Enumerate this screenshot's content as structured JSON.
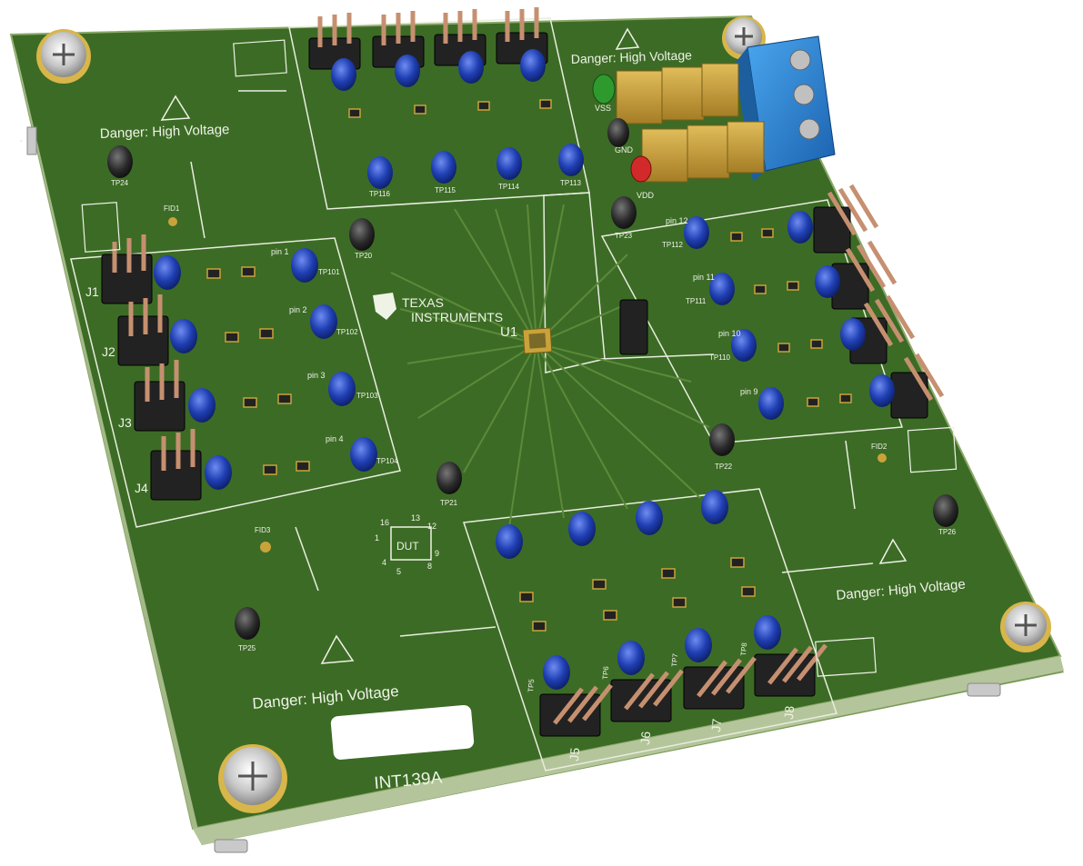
{
  "board": {
    "name": "INT139A",
    "chip_ref": "U1",
    "dut_label": "DUT",
    "dut_pins": [
      "1",
      "16",
      "13",
      "12",
      "9",
      "4",
      "5",
      "8"
    ]
  },
  "logo": {
    "line1": "TEXAS",
    "line2": "INSTRUMENTS"
  },
  "warnings": [
    "Danger: High Voltage",
    "Danger: High Voltage",
    "Danger: High Voltage",
    "Danger: High Voltage"
  ],
  "connectors": [
    "J1",
    "J2",
    "J3",
    "J4",
    "J5",
    "J6",
    "J7",
    "J8"
  ],
  "power_labels": [
    "VSS",
    "GND",
    "VDD"
  ],
  "pin_labels": [
    "pin 1",
    "pin 2",
    "pin 3",
    "pin 4",
    "pin 9",
    "pin 10",
    "pin 11",
    "pin 12"
  ],
  "test_points": [
    "TP101",
    "TP102",
    "TP103",
    "TP104",
    "TP20",
    "TP21",
    "TP22",
    "TP23",
    "TP24",
    "TP25",
    "TP26",
    "TP116",
    "TP115",
    "TP114",
    "TP113",
    "TP112",
    "TP111",
    "TP110",
    "TP5",
    "TP6",
    "TP7",
    "TP8"
  ],
  "fiducials": [
    "FID1",
    "FID2",
    "FID3"
  ],
  "colors": {
    "pcb": "#3c6b26",
    "pcb_edge": "#9fb57e",
    "silkscreen": "#eef3e6",
    "test_point_blue": "#1f3fb3",
    "terminal_block_blue": "#2a86d8",
    "capacitor_tan": "#c9a03d",
    "header_black": "#222222",
    "test_point_green": "#2e9a2e",
    "test_point_red": "#d22a2a"
  }
}
